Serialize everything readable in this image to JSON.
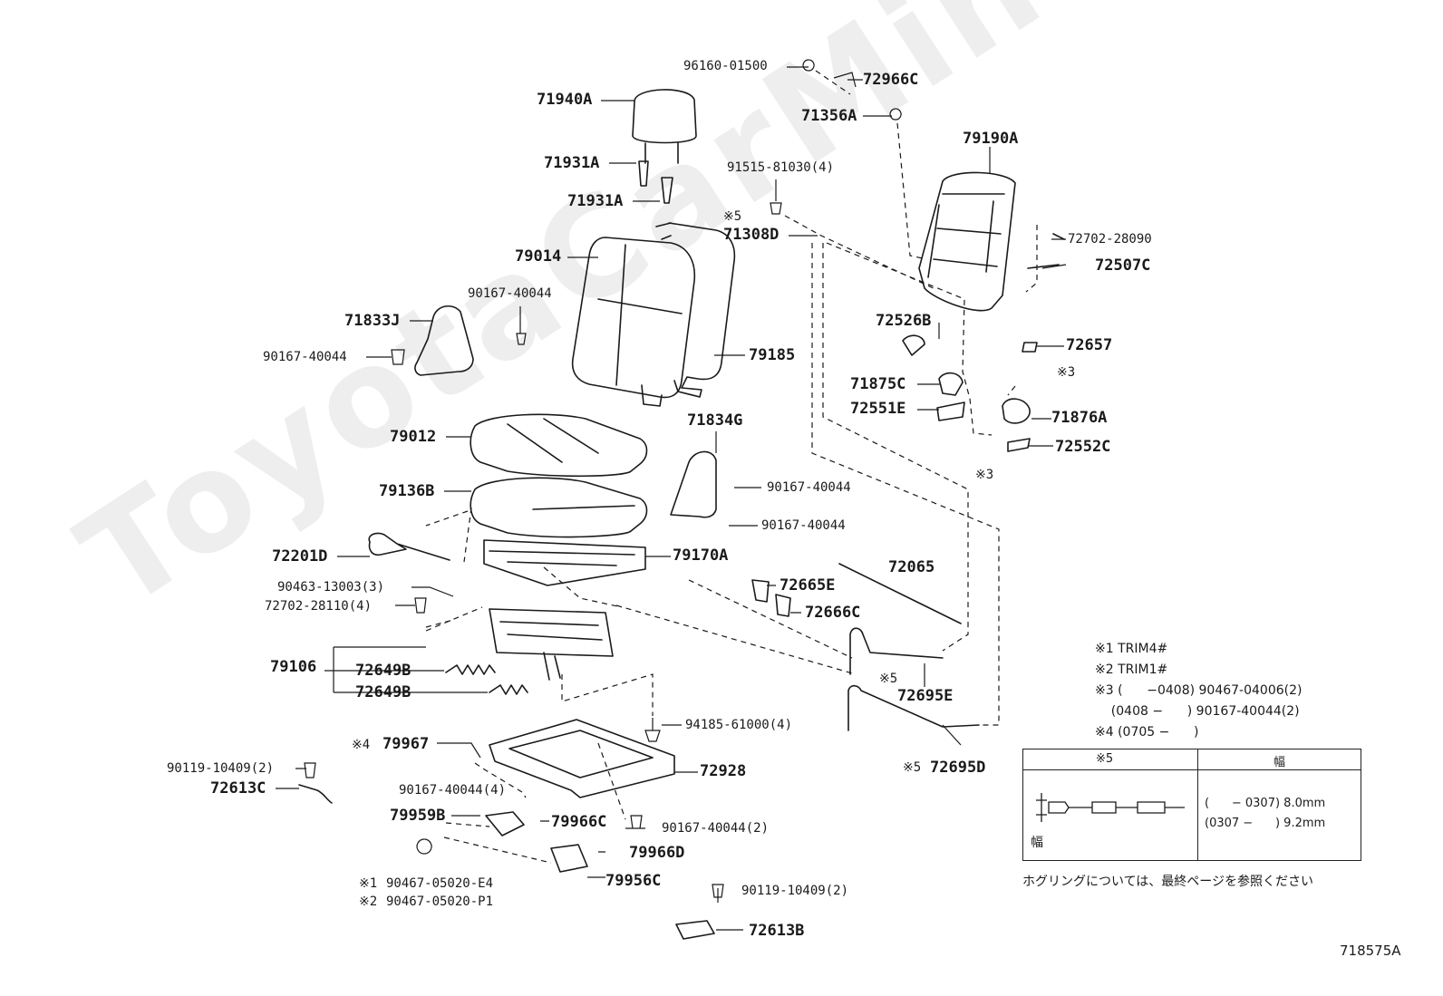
{
  "watermark": "ToyotaCarMiner.ru",
  "labels": [
    {
      "id": "p96160",
      "text": "96160-01500"
    },
    {
      "id": "p72966C",
      "text": "72966C"
    },
    {
      "id": "p71940A",
      "text": "71940A"
    },
    {
      "id": "p71356A",
      "text": "71356A"
    },
    {
      "id": "p79190A",
      "text": "79190A"
    },
    {
      "id": "p71931A_1",
      "text": "71931A"
    },
    {
      "id": "p91515",
      "text": "91515-81030(4)"
    },
    {
      "id": "p71931A_2",
      "text": "71931A"
    },
    {
      "id": "p71308D",
      "text": "71308D"
    },
    {
      "id": "p72702_28090",
      "text": "72702-28090"
    },
    {
      "id": "p79014",
      "text": "79014"
    },
    {
      "id": "p72507C",
      "text": "72507C"
    },
    {
      "id": "p90167_a",
      "text": "90167-40044"
    },
    {
      "id": "p71833J",
      "text": "71833J"
    },
    {
      "id": "p72526B",
      "text": "72526B"
    },
    {
      "id": "p72657",
      "text": "72657"
    },
    {
      "id": "p90167_b",
      "text": "90167-40044"
    },
    {
      "id": "p79185",
      "text": "79185"
    },
    {
      "id": "p71875C",
      "text": "71875C"
    },
    {
      "id": "p72551E",
      "text": "72551E"
    },
    {
      "id": "p71876A",
      "text": "71876A"
    },
    {
      "id": "p71834G",
      "text": "71834G"
    },
    {
      "id": "p79012",
      "text": "79012"
    },
    {
      "id": "p72552C",
      "text": "72552C"
    },
    {
      "id": "p79136B",
      "text": "79136B"
    },
    {
      "id": "p90167_c",
      "text": "90167-40044"
    },
    {
      "id": "p90167_d",
      "text": "90167-40044"
    },
    {
      "id": "p72201D",
      "text": "72201D"
    },
    {
      "id": "p79170A",
      "text": "79170A"
    },
    {
      "id": "p72065",
      "text": "72065"
    },
    {
      "id": "p90463",
      "text": "90463-13003(3)"
    },
    {
      "id": "p72665E",
      "text": "72665E"
    },
    {
      "id": "p72702_28110",
      "text": "72702-28110(4)"
    },
    {
      "id": "p72666C",
      "text": "72666C"
    },
    {
      "id": "p79106",
      "text": "79106"
    },
    {
      "id": "p72649B_1",
      "text": "72649B"
    },
    {
      "id": "p72649B_2",
      "text": "72649B"
    },
    {
      "id": "p72695E",
      "text": "72695E"
    },
    {
      "id": "p94185",
      "text": "94185-61000(4)"
    },
    {
      "id": "p79967",
      "text": "79967"
    },
    {
      "id": "p90119_a",
      "text": "90119-10409(2)"
    },
    {
      "id": "p72928",
      "text": "72928"
    },
    {
      "id": "p72613C",
      "text": "72613C"
    },
    {
      "id": "p90167_e",
      "text": "90167-40044(4)"
    },
    {
      "id": "p72695D",
      "text": "72695D"
    },
    {
      "id": "p79959B",
      "text": "79959B"
    },
    {
      "id": "p79966C",
      "text": "79966C"
    },
    {
      "id": "p90167_f",
      "text": "90167-40044(2)"
    },
    {
      "id": "p79966D",
      "text": "79966D"
    },
    {
      "id": "p79956C",
      "text": "79956C"
    },
    {
      "id": "p90467_e4",
      "text": "90467-05020-E4"
    },
    {
      "id": "p90467_p1",
      "text": "90467-05020-P1"
    },
    {
      "id": "p90119_b",
      "text": "90119-10409(2)"
    },
    {
      "id": "p72613B",
      "text": "72613B"
    }
  ],
  "markers": [
    {
      "id": "m5a",
      "text": "※5"
    },
    {
      "id": "m3a",
      "text": "※3"
    },
    {
      "id": "m3b",
      "text": "※3"
    },
    {
      "id": "m5b",
      "text": "※5"
    },
    {
      "id": "m4",
      "text": "※4"
    },
    {
      "id": "m5c",
      "text": "※5"
    },
    {
      "id": "m1",
      "text": "※1"
    },
    {
      "id": "m2",
      "text": "※2"
    }
  ],
  "notes": [
    "※1 TRIM4#",
    "※2 TRIM1#",
    "※3 (      −0408) 90467-04006(2)",
    "    (0408 −      ) 90167-40044(2)",
    "※4 (0705 −      )"
  ],
  "width_table": {
    "col1_header": "※5",
    "col2_header": "幅",
    "row1": "(      − 0307) 8.0mm",
    "row2": "(0307 −      ) 9.2mm",
    "mark": "幅"
  },
  "footnote": "ホグリングについては、最終ページを参照ください",
  "figure_id": "718575A"
}
